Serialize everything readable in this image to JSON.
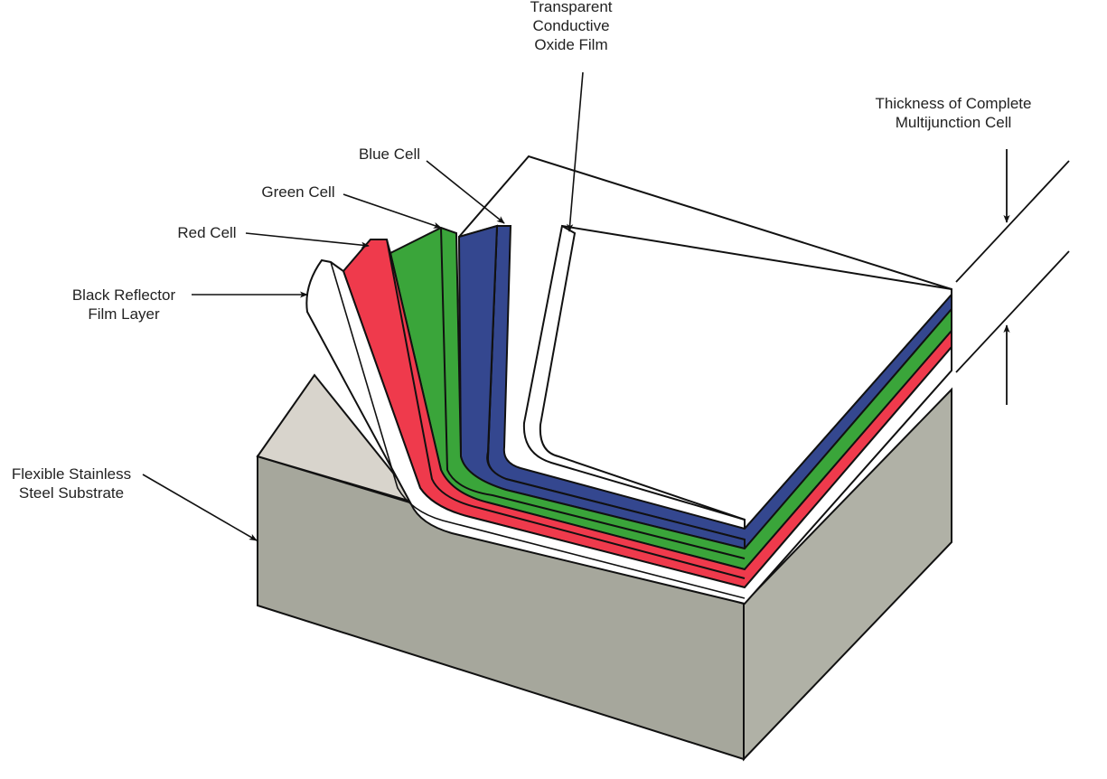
{
  "labels": {
    "tco": [
      "Transparent",
      "Conductive",
      "Oxide Film"
    ],
    "thickness": [
      "Thickness of Complete",
      "Multijunction Cell"
    ],
    "blue_cell": "Blue Cell",
    "green_cell": "Green Cell",
    "red_cell": "Red Cell",
    "black_reflector": [
      "Black Reflector",
      "Film Layer"
    ],
    "substrate": [
      "Flexible Stainless",
      "Steel Substrate"
    ]
  },
  "colors": {
    "substrate_front": "#a6a79c",
    "substrate_top": "#d8d4cc",
    "outline": "#111111",
    "white_layer": "#ffffff",
    "red_layer": "#ef3a4c",
    "green_layer": "#3aa53a",
    "blue_layer": "#34478f",
    "arrow": "#111111"
  },
  "icons": {
    "arrow_head": "arrowhead"
  }
}
